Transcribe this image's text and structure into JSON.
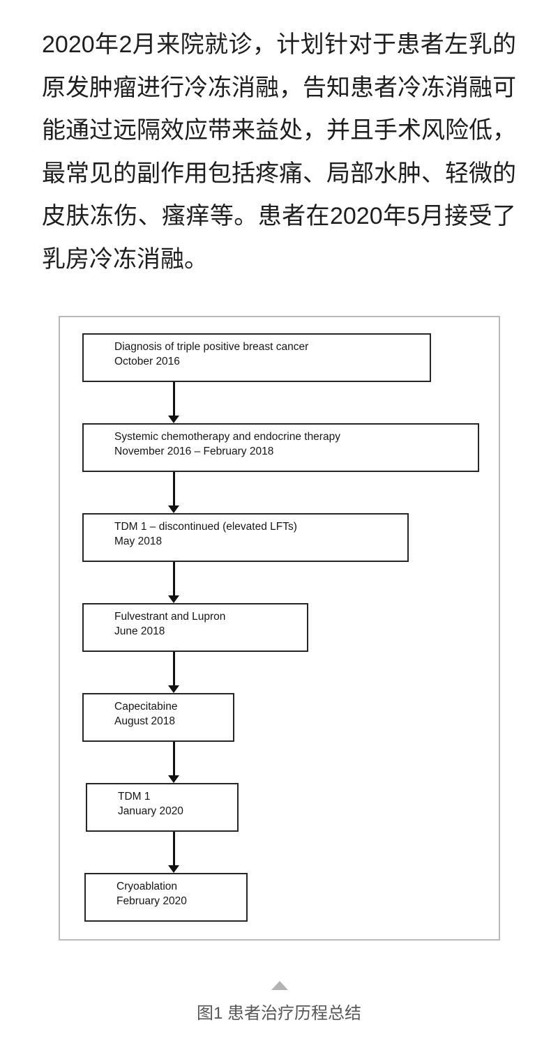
{
  "intro": {
    "lines": [
      "2020年2月来院就诊，计划针对于患者左乳的",
      "原发肿瘤进行冷冻消融，告知患者冷冻消融可",
      "能通过远隔效应带来益处，并且手术风险低，",
      "最常见的副作用包括疼痛、局部水肿、轻微的",
      "皮肤冻伤、瘙痒等。患者在2020年5月接受了",
      "乳房冷冻消融。"
    ]
  },
  "figure": {
    "steps": [
      {
        "title": "Diagnosis of triple positive breast cancer",
        "date": "October 2016"
      },
      {
        "title": "Systemic chemotherapy and endocrine therapy",
        "date": "November 2016 – February 2018"
      },
      {
        "title": "TDM 1 – discontinued (elevated LFTs)",
        "date": "May 2018"
      },
      {
        "title": "Fulvestrant and Lupron",
        "date": "June 2018"
      },
      {
        "title": "Capecitabine",
        "date": "August 2018"
      },
      {
        "title": "TDM 1",
        "date": "January 2020"
      },
      {
        "title": "Cryoablation",
        "date": "February 2020"
      }
    ],
    "caption": "图1 患者治疗历程总结"
  },
  "icons": {
    "collapse_indicator": "triangle-up"
  },
  "colors": {
    "body_text": "#1e1e1e",
    "box_border": "#262626",
    "frame_border": "#b9b9b9",
    "caption_text": "#575757",
    "collapse_triangle": "#b3b3b3"
  }
}
